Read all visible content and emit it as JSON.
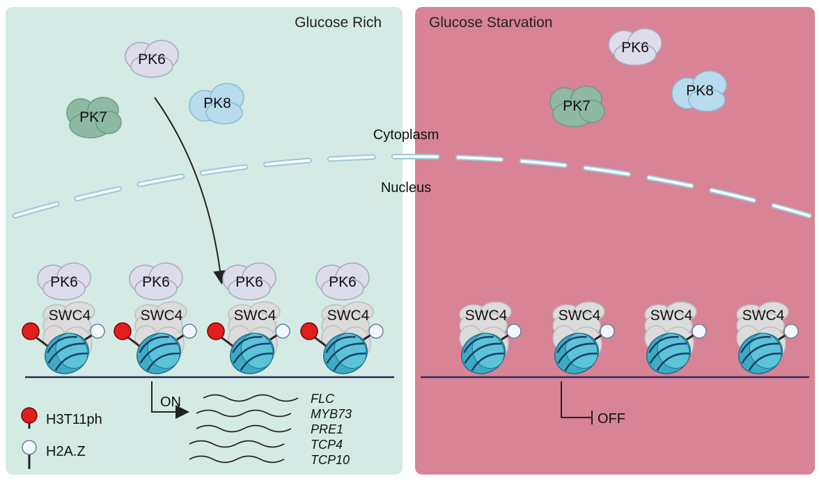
{
  "panels": {
    "left_title": "Glucose Rich",
    "right_title": "Glucose Starvation"
  },
  "compartments": {
    "cytoplasm": "Cytoplasm",
    "nucleus": "Nucleus"
  },
  "cytoplasm_left": {
    "pk6": "PK6",
    "pk7": "PK7",
    "pk8": "PK8"
  },
  "cytoplasm_right": {
    "pk6": "PK6",
    "pk7": "PK7",
    "pk8": "PK8"
  },
  "left_nucleosomes": [
    {
      "kinase": "PK6",
      "complex": "SWC4"
    },
    {
      "kinase": "PK6",
      "complex": "SWC4"
    },
    {
      "kinase": "PK6",
      "complex": "SWC4"
    },
    {
      "kinase": "PK6",
      "complex": "SWC4"
    }
  ],
  "right_nucleosomes": [
    {
      "complex": "SWC4"
    },
    {
      "complex": "SWC4"
    },
    {
      "complex": "SWC4"
    },
    {
      "complex": "SWC4"
    }
  ],
  "transcription": {
    "on_label": "ON",
    "off_label": "OFF",
    "genes": [
      "FLC",
      "MYB73",
      "PRE1",
      "TCP4",
      "TCP10"
    ]
  },
  "legend": {
    "h3t11ph": "H3T11ph",
    "h2az": "H2A.Z"
  },
  "colors": {
    "glucose_rich_bg": "#d3ebe4",
    "starvation_bg": "#d98396",
    "pk6": "#dcdcea",
    "pk7": "#8fb9a4",
    "pk8": "#b8dced",
    "swc4": "#dcdcdc",
    "nucleosome": "#3dabc4",
    "phospho": "#e01e1e",
    "h2az": "#f2f7ff"
  }
}
